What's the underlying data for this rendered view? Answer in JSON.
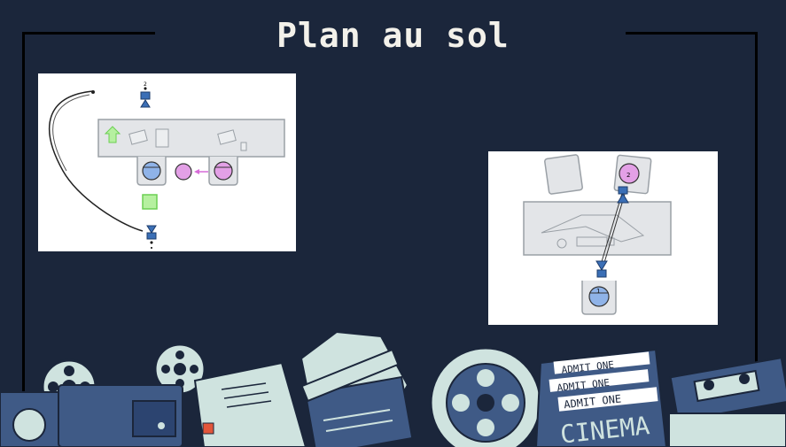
{
  "slide": {
    "title": "Plan au sol"
  },
  "diagram_left": {
    "camera_top_label": "2",
    "camera_bottom_label": "1"
  },
  "diagram_right": {
    "camera_label_top": "2",
    "camera_label_bottom": "1"
  },
  "decor": {
    "ticket_texts": [
      "ADMIT ONE",
      "ADMIT ONE",
      "ADMIT ONE"
    ],
    "ticket_main": "CINEMA"
  },
  "colors": {
    "background": "#1b263b",
    "title": "#f3f1ea",
    "panel": "#ffffff",
    "camera": "#3b6fb6",
    "person_blue": "#8fb3e8",
    "person_pink": "#e3a0e6",
    "table": "#e3e5e8"
  }
}
